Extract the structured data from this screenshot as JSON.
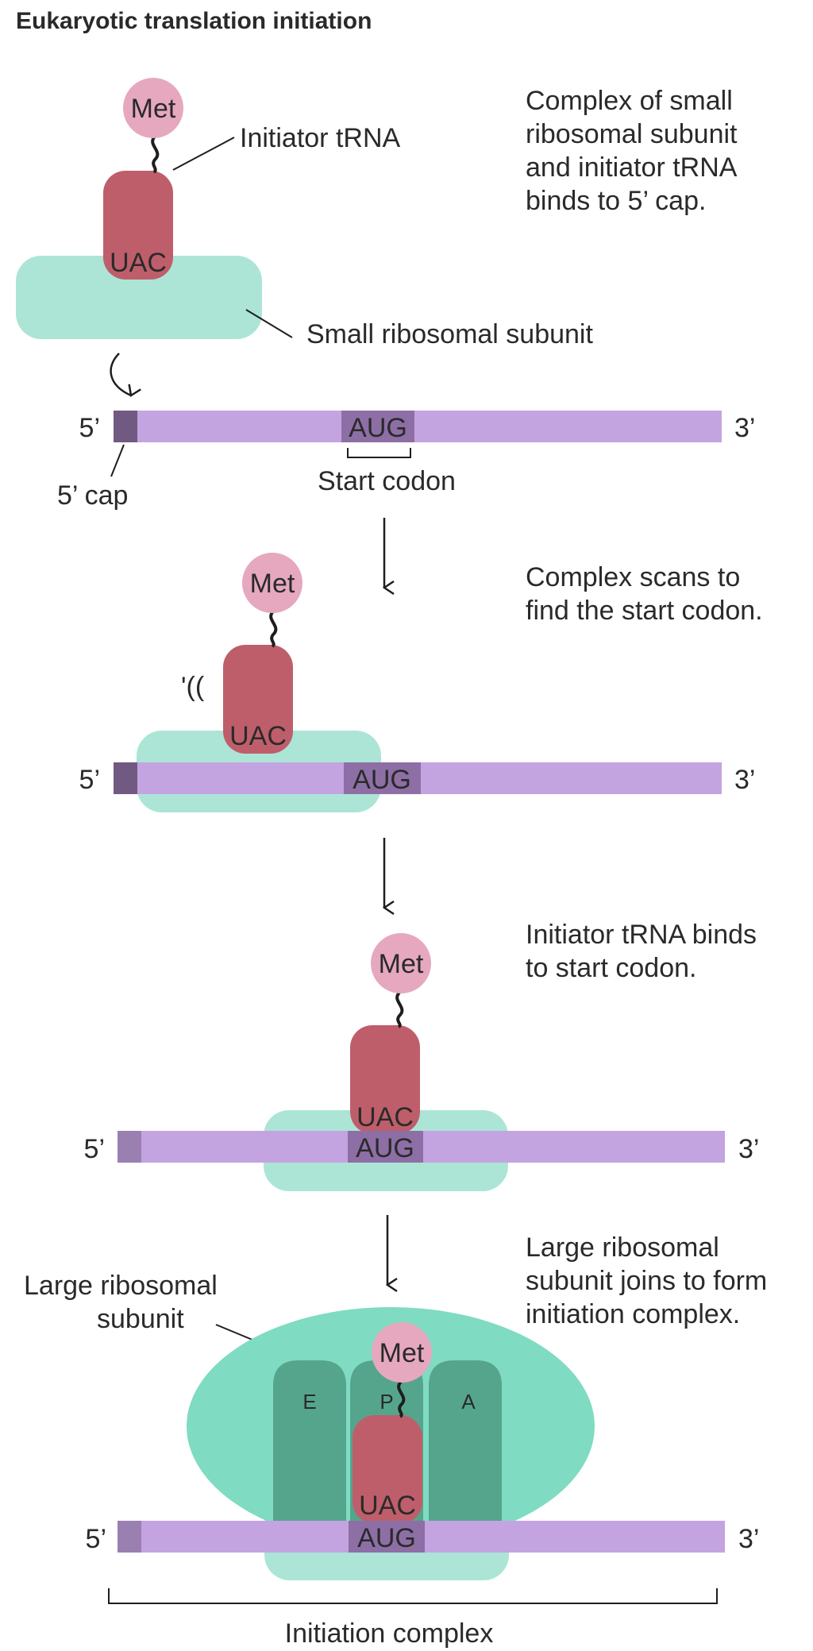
{
  "title": "Eukaryotic translation initiation",
  "labels": {
    "met": "Met",
    "anticodon": "UAC",
    "codon": "AUG",
    "five_prime": "5’",
    "three_prime": "3’",
    "initiator_trna": "Initiator tRNA",
    "small_subunit": "Small ribosomal subunit",
    "five_prime_cap": "5’ cap",
    "start_codon": "Start codon",
    "large_subunit_line1": "Large ribosomal",
    "large_subunit_line2": "subunit",
    "site_e": "E",
    "site_p": "P",
    "site_a": "A",
    "initiation_complex": "Initiation complex",
    "scan_marks": "'(("
  },
  "steps": [
    {
      "lines": [
        "Complex of small",
        "ribosomal subunit",
        "and initiator tRNA",
        "binds to 5’ cap."
      ]
    },
    {
      "lines": [
        "Complex scans to",
        "find the start codon."
      ]
    },
    {
      "lines": [
        "Initiator tRNA binds",
        "to start codon."
      ]
    },
    {
      "lines": [
        "Large ribosomal",
        "subunit joins to form",
        "initiation complex."
      ]
    }
  ],
  "colors": {
    "mrna": "#c4a3e1",
    "mrna_cap": "#705a82",
    "codon_box": "#8d6fa6",
    "trna": "#bf5e6b",
    "met": "#e6a8bf",
    "small_subunit": "#ace5d6",
    "large_subunit": "#7fdbc1",
    "sites": "#55a58c",
    "stroke": "#1e1e1e"
  }
}
